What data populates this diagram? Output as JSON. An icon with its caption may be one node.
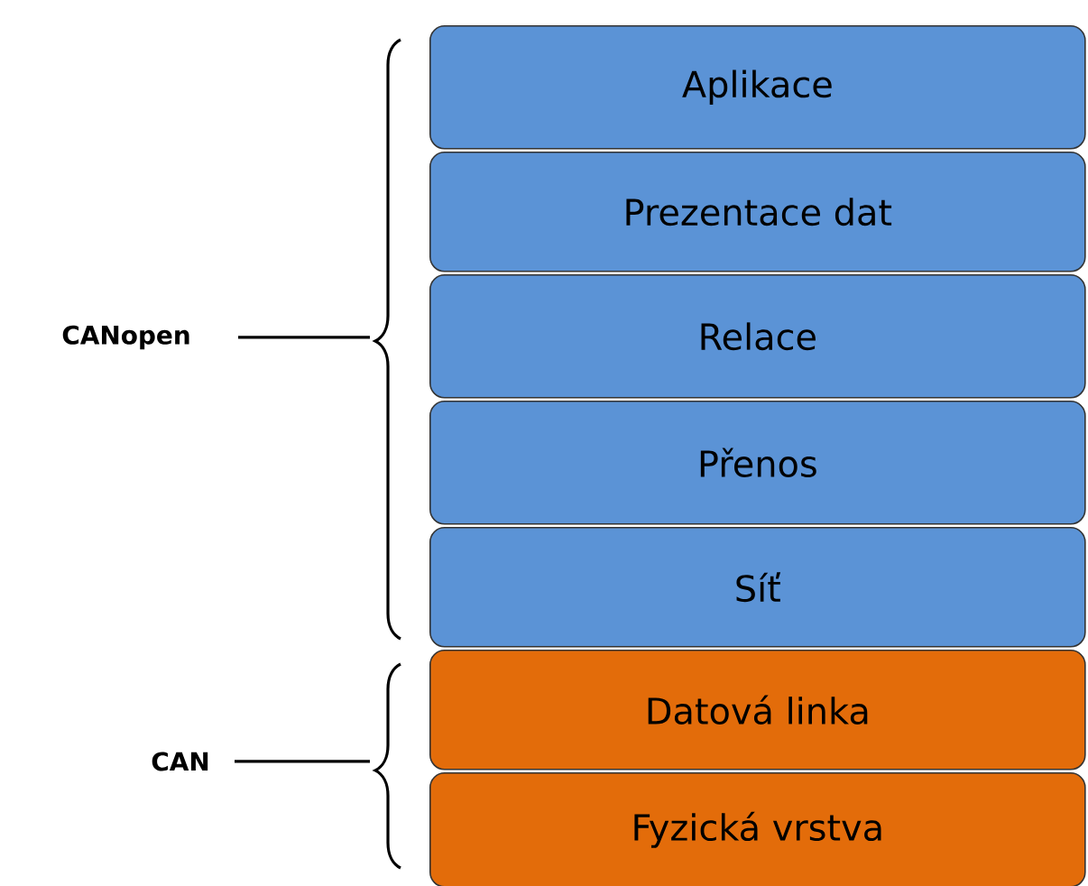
{
  "diagram": {
    "nodes": [
      {
        "text": [
          "Aplikace"
        ]
      },
      {
        "text": [
          "Prezentace dat"
        ]
      },
      {
        "text": [
          "Relace"
        ]
      },
      {
        "text": [
          "Přenos"
        ]
      },
      {
        "text": [
          "Síť"
        ]
      },
      {
        "text": [
          "Datová linka"
        ]
      },
      {
        "text": [
          "Fyzická vrstva"
        ]
      }
    ],
    "labels": [
      "CANopen",
      "CAN"
    ]
  }
}
